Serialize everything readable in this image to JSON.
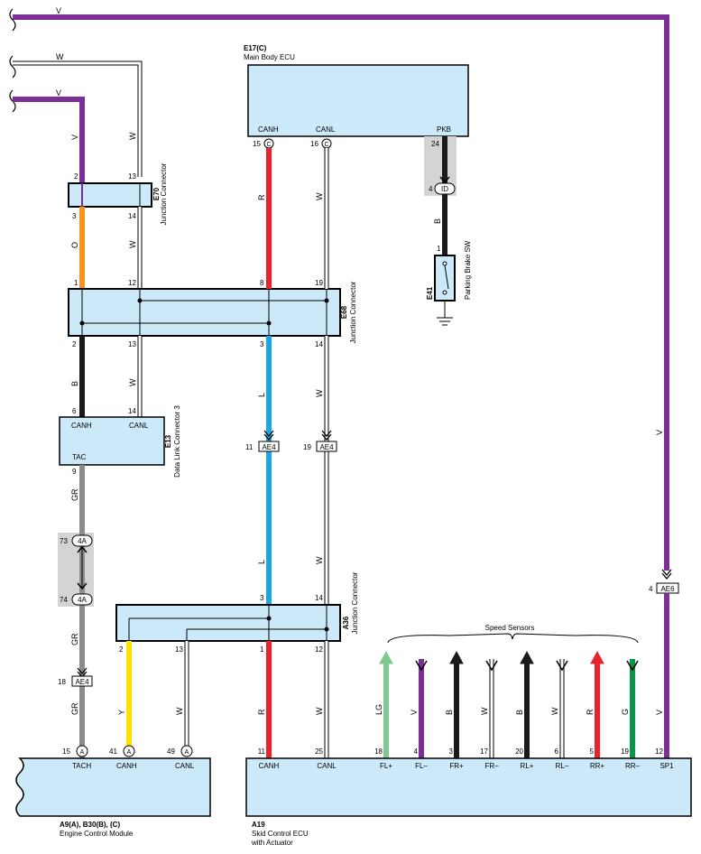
{
  "top_wires": {
    "v1": "V",
    "w": "W",
    "v2": "V"
  },
  "components": {
    "main_body_ecu": {
      "code": "E17(C)",
      "name": "Main Body ECU",
      "pins": [
        {
          "label": "CANH",
          "num": "15",
          "mark": "C"
        },
        {
          "label": "CANL",
          "num": "16",
          "mark": "C"
        },
        {
          "label": "PKB",
          "num": "24"
        }
      ]
    },
    "junction_e70": {
      "code": "E70",
      "name": "Junction\nConnector",
      "top_pins": [
        "2",
        "13"
      ],
      "bottom_pins": [
        "3",
        "14"
      ]
    },
    "junction_e68": {
      "code": "E68",
      "name": "Junction\nConnector",
      "top_pins": [
        "1",
        "12",
        "8",
        "19"
      ],
      "bottom_pins": [
        "2",
        "13",
        "3",
        "14"
      ]
    },
    "dlc3": {
      "code": "E13",
      "name": "Data Link\nConnector 3",
      "pins": [
        {
          "label": "CANH",
          "num": "6"
        },
        {
          "label": "CANL",
          "num": "14"
        },
        {
          "label": "TAC",
          "num": "9"
        }
      ]
    },
    "parking_brake": {
      "code": "E41",
      "name": "Parking Brake SW",
      "conn_num": "4",
      "conn_mark": "ID",
      "pin": "1"
    },
    "junction_a36": {
      "code": "A36",
      "name": "Junction Connector",
      "top_pins": [
        "3",
        "14"
      ],
      "bottom_pins": [
        "2",
        "13",
        "1",
        "12"
      ]
    },
    "ecm": {
      "code": "A9(A), B30(B), (C)",
      "name": "Engine Control Module",
      "pins": [
        {
          "label": "TACH",
          "num": "15",
          "mark": "A"
        },
        {
          "label": "CANH",
          "num": "41",
          "mark": "A"
        },
        {
          "label": "CANL",
          "num": "49",
          "mark": "A"
        }
      ]
    },
    "skid_ecu": {
      "code": "A19",
      "name": "Skid Control ECU\nwith Actuator",
      "pins": [
        {
          "label": "CANH",
          "num": "11"
        },
        {
          "label": "CANL",
          "num": "25"
        },
        {
          "label": "FL+",
          "num": "18"
        },
        {
          "label": "FL–",
          "num": "4"
        },
        {
          "label": "FR+",
          "num": "3"
        },
        {
          "label": "FR–",
          "num": "17"
        },
        {
          "label": "RL+",
          "num": "20"
        },
        {
          "label": "RL–",
          "num": "6"
        },
        {
          "label": "RR+",
          "num": "5"
        },
        {
          "label": "RR–",
          "num": "19"
        },
        {
          "label": "SP1",
          "num": "12"
        }
      ]
    }
  },
  "wire_colors": {
    "w1_upper": "V",
    "w1_mid": "O",
    "w1_low": "B",
    "w1_tach1": "GR",
    "w1_tach2": "GR",
    "w1_tach3": "GR",
    "w2_upper": "W",
    "w2_mid": "W",
    "w2_low": "W",
    "canh_upper": "R",
    "canh_mid": "L",
    "canh_low": "L",
    "canh_bottom": "R",
    "canl_upper": "W",
    "canl_mid": "W",
    "canl_low": "W",
    "canl_bottom": "W",
    "pkb": "B",
    "ecm_canh": "Y",
    "ecm_canl": "W",
    "sp1_upper": "V",
    "sp1_lower": "V"
  },
  "connectors": {
    "ae4_a": {
      "num": "11",
      "code": "AE4"
    },
    "ae4_b": {
      "num": "19",
      "code": "AE4"
    },
    "ae4_c": {
      "num": "18",
      "code": "AE4"
    },
    "ae6": {
      "num": "4",
      "code": "AE6"
    },
    "c4a_top": {
      "num": "73",
      "code": "4A"
    },
    "c4a_bottom": {
      "num": "74",
      "code": "4A"
    }
  },
  "speed_sensors": {
    "title": "Speed Sensors",
    "wires": [
      {
        "color_code": "LG",
        "hex": "#7fc98f"
      },
      {
        "color_code": "V",
        "hex": "#7b2f97"
      },
      {
        "color_code": "B",
        "hex": "#1a1a1a"
      },
      {
        "color_code": "W",
        "hex": "#ffffff"
      },
      {
        "color_code": "B",
        "hex": "#1a1a1a"
      },
      {
        "color_code": "W",
        "hex": "#ffffff"
      },
      {
        "color_code": "R",
        "hex": "#e8232b"
      },
      {
        "color_code": "G",
        "hex": "#0a9447"
      }
    ]
  },
  "colors": {
    "violet": "#7b2f97",
    "red": "#e8232b",
    "blue": "#1aa7e8",
    "orange": "#f7941d",
    "black": "#1a1a1a",
    "gray": "#8c8c8c",
    "yellow": "#ffe000",
    "green": "#0a9447",
    "light_green": "#7fc98f",
    "component_fill": "#cce9fa",
    "shade": "#d4d4d4"
  }
}
